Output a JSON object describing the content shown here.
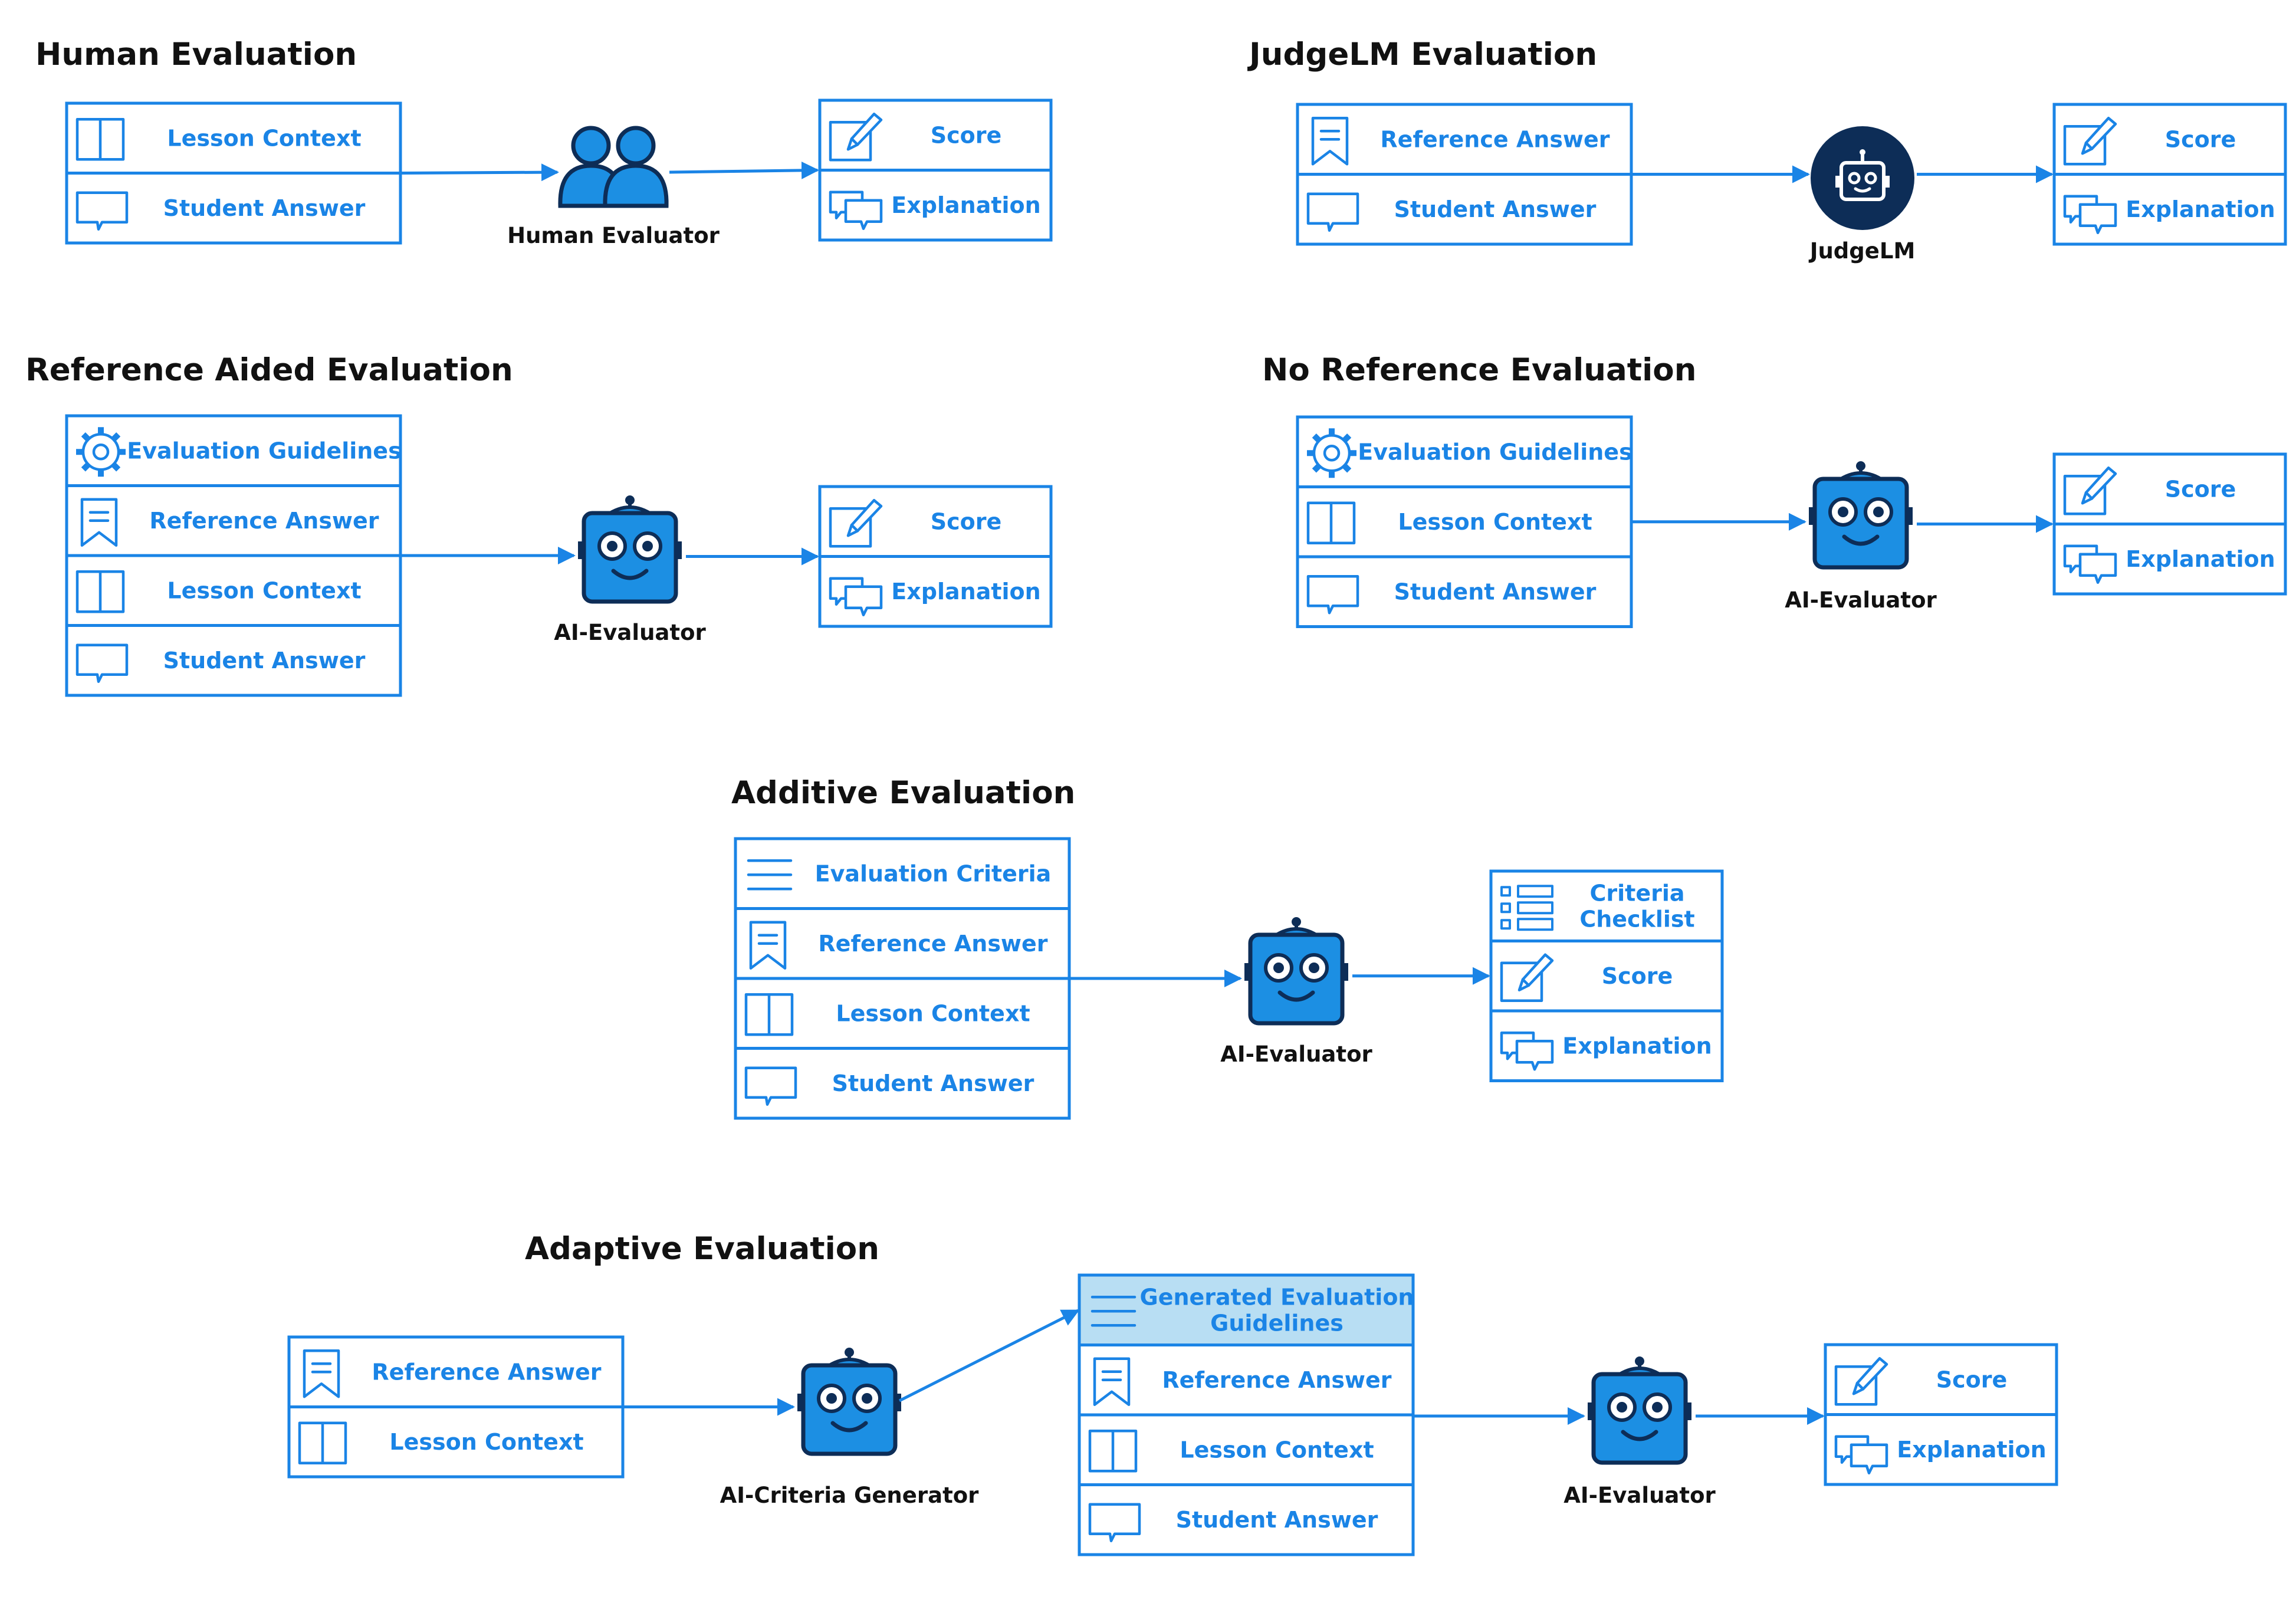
{
  "colors": {
    "accent": "#1a84e6",
    "highlight_fill": "#b8def3",
    "robot_fill": "#1c8fe3",
    "robot_dark": "#0d2d57",
    "judge_circle": "#0d2d57",
    "title_text": "#111111"
  },
  "sections": {
    "human": {
      "title": "Human Evaluation",
      "inputs": [
        {
          "label": "Lesson Context",
          "icon": "book-icon"
        },
        {
          "label": "Student Answer",
          "icon": "speech-bubble-icon"
        }
      ],
      "agent": {
        "label": "Human Evaluator",
        "icon": "users-icon"
      },
      "outputs": [
        {
          "label": "Score",
          "icon": "pencil-square-icon"
        },
        {
          "label": "Explanation",
          "icon": "chat-bubbles-icon"
        }
      ]
    },
    "judgelm": {
      "title": "JudgeLM Evaluation",
      "inputs": [
        {
          "label": "Reference Answer",
          "icon": "bookmark-icon"
        },
        {
          "label": "Student Answer",
          "icon": "speech-bubble-icon"
        }
      ],
      "agent": {
        "label": "JudgeLM",
        "icon": "robot-circle-icon"
      },
      "outputs": [
        {
          "label": "Score",
          "icon": "pencil-square-icon"
        },
        {
          "label": "Explanation",
          "icon": "chat-bubbles-icon"
        }
      ]
    },
    "reference_aided": {
      "title": "Reference Aided Evaluation",
      "inputs": [
        {
          "label": "Evaluation Guidelines",
          "icon": "gear-icon"
        },
        {
          "label": "Reference Answer",
          "icon": "bookmark-icon"
        },
        {
          "label": "Lesson Context",
          "icon": "book-icon"
        },
        {
          "label": "Student Answer",
          "icon": "speech-bubble-icon"
        }
      ],
      "agent": {
        "label": "AI-Evaluator",
        "icon": "robot-icon"
      },
      "outputs": [
        {
          "label": "Score",
          "icon": "pencil-square-icon"
        },
        {
          "label": "Explanation",
          "icon": "chat-bubbles-icon"
        }
      ]
    },
    "no_reference": {
      "title": "No Reference Evaluation",
      "inputs": [
        {
          "label": "Evaluation Guidelines",
          "icon": "gear-icon"
        },
        {
          "label": "Lesson Context",
          "icon": "book-icon"
        },
        {
          "label": "Student Answer",
          "icon": "speech-bubble-icon"
        }
      ],
      "agent": {
        "label": "AI-Evaluator",
        "icon": "robot-icon"
      },
      "outputs": [
        {
          "label": "Score",
          "icon": "pencil-square-icon"
        },
        {
          "label": "Explanation",
          "icon": "chat-bubbles-icon"
        }
      ]
    },
    "additive": {
      "title": "Additive Evaluation",
      "inputs": [
        {
          "label": "Evaluation Criteria",
          "icon": "list-lines-icon"
        },
        {
          "label": "Reference Answer",
          "icon": "bookmark-icon"
        },
        {
          "label": "Lesson Context",
          "icon": "book-icon"
        },
        {
          "label": "Student Answer",
          "icon": "speech-bubble-icon"
        }
      ],
      "agent": {
        "label": "AI-Evaluator",
        "icon": "robot-icon"
      },
      "outputs": [
        {
          "label": "Criteria Checklist",
          "label_lines": [
            "Criteria",
            "Checklist"
          ],
          "icon": "checklist-icon"
        },
        {
          "label": "Score",
          "icon": "pencil-square-icon"
        },
        {
          "label": "Explanation",
          "icon": "chat-bubbles-icon"
        }
      ]
    },
    "adaptive": {
      "title": "Adaptive Evaluation",
      "inputs": [
        {
          "label": "Reference Answer",
          "icon": "bookmark-icon"
        },
        {
          "label": "Lesson Context",
          "icon": "book-icon"
        }
      ],
      "generator": {
        "label": "AI-Criteria Generator",
        "icon": "robot-icon"
      },
      "generated_inputs": [
        {
          "label": "Generated Evaluation Guidelines",
          "label_lines": [
            "Generated Evaluation",
            "Guidelines"
          ],
          "icon": "list-lines-icon",
          "highlight": true
        },
        {
          "label": "Reference Answer",
          "icon": "bookmark-icon"
        },
        {
          "label": "Lesson Context",
          "icon": "book-icon"
        },
        {
          "label": "Student Answer",
          "icon": "speech-bubble-icon"
        }
      ],
      "agent": {
        "label": "AI-Evaluator",
        "icon": "robot-icon"
      },
      "outputs": [
        {
          "label": "Score",
          "icon": "pencil-square-icon"
        },
        {
          "label": "Explanation",
          "icon": "chat-bubbles-icon"
        }
      ]
    }
  }
}
